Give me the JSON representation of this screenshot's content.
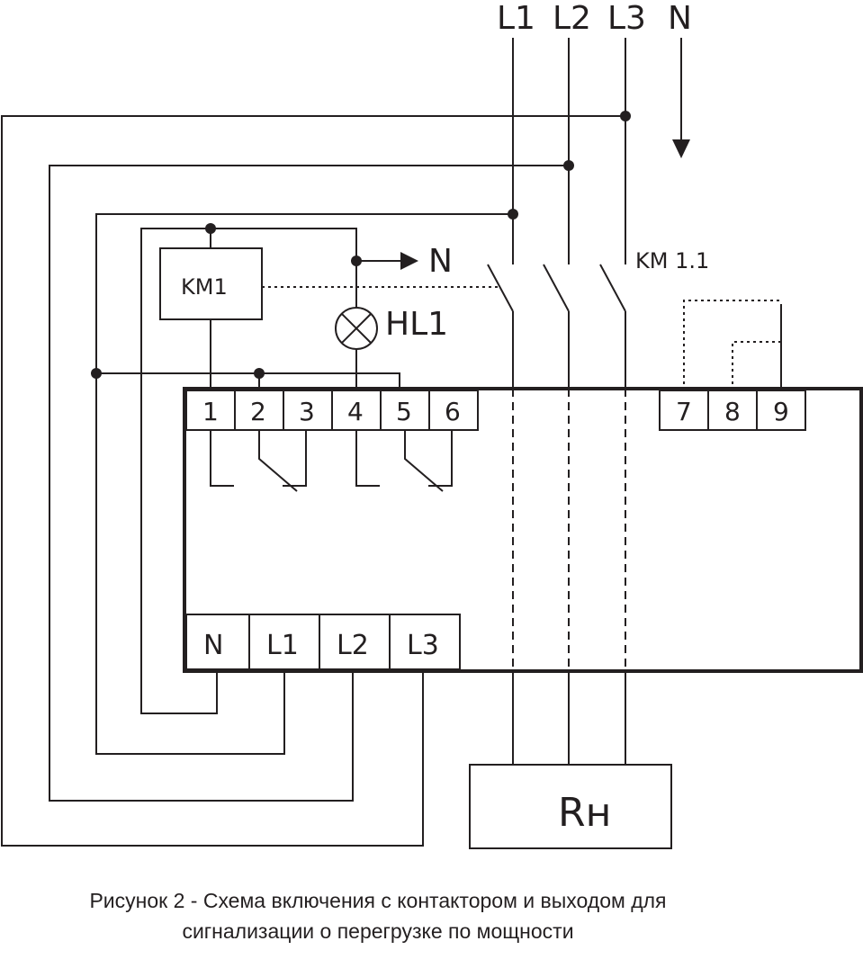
{
  "lines": {
    "l1": "L1",
    "l2": "L2",
    "l3": "L3",
    "n": "N"
  },
  "lamp_neutral": "N",
  "contactor_coil": "KM1",
  "contactor_contacts": "KM 1.1",
  "lamp": "HL1",
  "terminals_top": [
    "1",
    "2",
    "3",
    "4",
    "5",
    "6"
  ],
  "terminals_right": [
    "7",
    "8",
    "9"
  ],
  "terminals_bottom": [
    "N",
    "L1",
    "L2",
    "L3"
  ],
  "load": "Rн",
  "caption": "Рисунок 2 - Схема включения с контактором и выходом для сигнализации  о перегрузке по мощности"
}
